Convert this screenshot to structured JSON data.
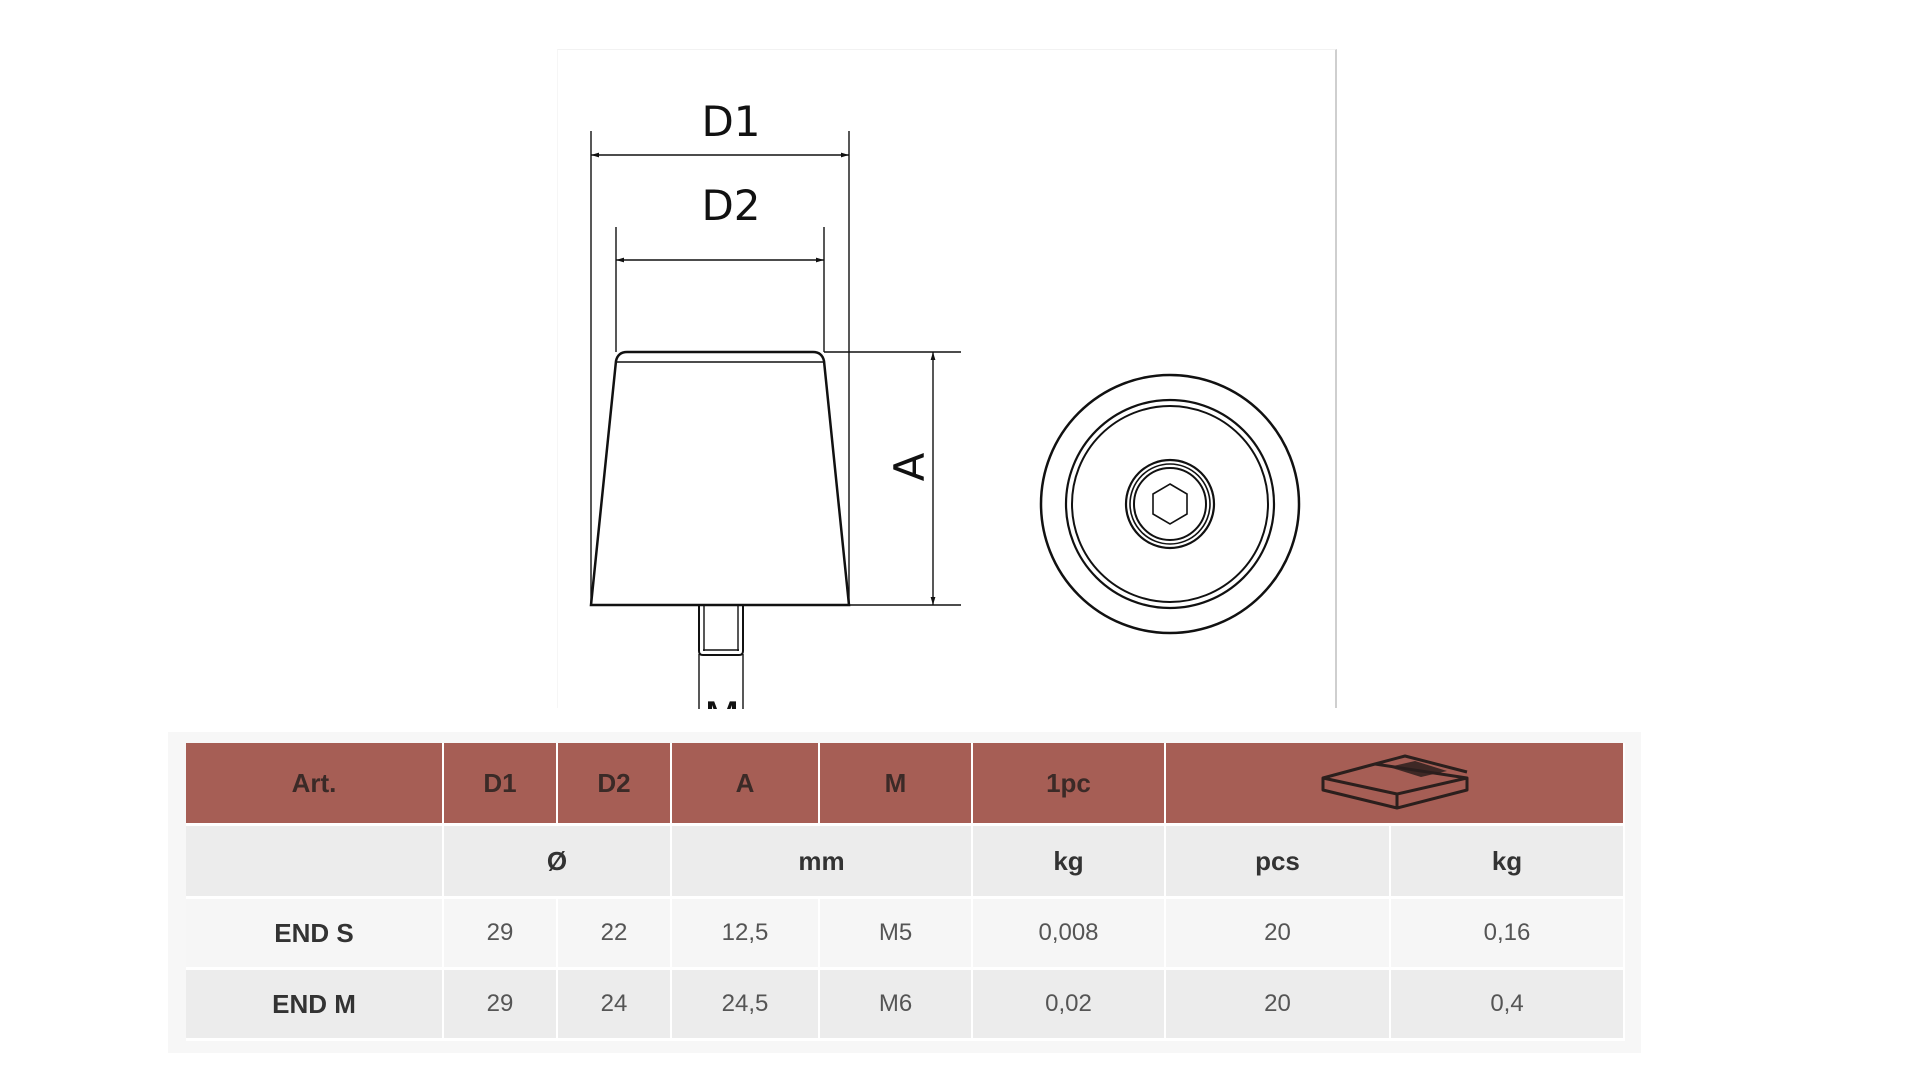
{
  "drawing": {
    "labels": {
      "d1": "D1",
      "d2": "D2",
      "a": "A",
      "m": "M"
    }
  },
  "table": {
    "headers": [
      "Art.",
      "D1",
      "D2",
      "A",
      "M",
      "1pc"
    ],
    "packaging_icon": "box-icon",
    "header_color": "#a65e55",
    "units": {
      "diameter": "Ø",
      "mm": "mm",
      "kg_1pc": "kg",
      "pcs": "pcs",
      "kg_box": "kg"
    },
    "rows": [
      {
        "art": "END S",
        "d1": "29",
        "d2": "22",
        "a": "12,5",
        "m": "M5",
        "weight": "0,008",
        "pcs": "20",
        "box_kg": "0,16"
      },
      {
        "art": "END M",
        "d1": "29",
        "d2": "24",
        "a": "24,5",
        "m": "M6",
        "weight": "0,02",
        "pcs": "20",
        "box_kg": "0,4"
      }
    ]
  }
}
